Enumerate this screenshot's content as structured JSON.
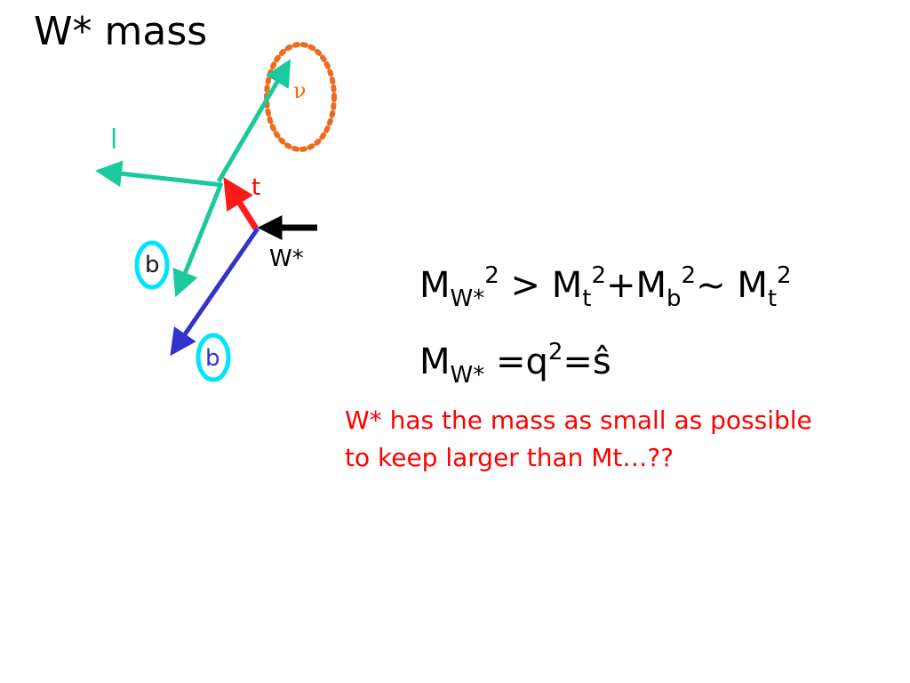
{
  "title": "W* mass",
  "diagram": {
    "labels": {
      "nu": "ν",
      "lepton": "l",
      "top": "t",
      "wstar": "W*",
      "b_upper": "b",
      "b_lower": "b"
    },
    "colors": {
      "lepton_neutrino_b": "#1ac99c",
      "top": "#ff1a1a",
      "wstar": "#000000",
      "b_lower": "#3333cc",
      "circle_nu": "#ee6a1f",
      "circle_b": "#00e5ff"
    }
  },
  "equations": {
    "eq1": {
      "M1": "M",
      "sub1": "W*",
      "sup1": "2",
      "gt": " > ",
      "M2": "M",
      "sub2": "t",
      "sup2": "2",
      "plus": "+",
      "M3": "M",
      "sub3": "b",
      "sup3": "2",
      "tilde": "~ ",
      "M4": "M",
      "sub4": "t",
      "sup4": "2"
    },
    "eq2": {
      "M": "M",
      "sub": "W*",
      "rest1": " =q",
      "sup": "2",
      "rest2": "=ŝ"
    }
  },
  "note": {
    "line1": "W* has the mass as small as possible",
    "line2": "to keep larger than Mt…??"
  }
}
